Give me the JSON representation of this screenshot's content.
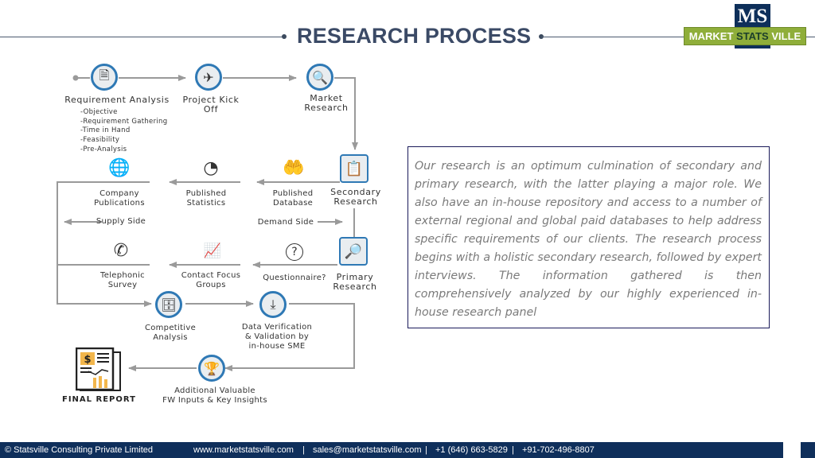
{
  "header": {
    "title": "RESEARCH PROCESS",
    "logo": {
      "monogram": "MS",
      "word1": "MARKET",
      "word2": "STATS",
      "word3": "VILLE",
      "colors": {
        "navy": "#0e2f5a",
        "green": "#8fae3a"
      }
    }
  },
  "diagram": {
    "steps": {
      "requirement_analysis": {
        "label": "Requirement Analysis",
        "icon": "document-chart-icon",
        "subitems": [
          "-Objective",
          "-Requirement Gathering",
          "-Time in Hand",
          "-Feasibility",
          "-Pre-Analysis"
        ]
      },
      "project_kickoff": {
        "label_line1": "Project Kick",
        "label_line2": "Off",
        "icon": "airplane-icon"
      },
      "market_research": {
        "label_line1": "Market",
        "label_line2": "Research",
        "icon": "magnifier-chart-icon"
      },
      "secondary_research": {
        "label_line1": "Secondary",
        "label_line2": "Research",
        "icon": "clipboard-icon"
      },
      "published_database": {
        "label_line1": "Published",
        "label_line2": "Database",
        "icon": "money-hand-icon"
      },
      "published_statistics": {
        "label_line1": "Published",
        "label_line2": "Statistics",
        "icon": "pie-chart-icon"
      },
      "company_publications": {
        "label_line1": "Company",
        "label_line2": "Publications",
        "icon": "globe-icon"
      },
      "supply_side": {
        "label": "Supply Side"
      },
      "demand_side": {
        "label": "Demand Side"
      },
      "primary_research": {
        "label_line1": "Primary",
        "label_line2": "Research",
        "icon": "research-analysis-icon"
      },
      "questionnaire": {
        "label": "Questionnaire?",
        "icon": "question-icon"
      },
      "contact_focus_groups": {
        "label_line1": "Contact Focus",
        "label_line2": "Groups",
        "icon": "line-chart-icon"
      },
      "telephonic_survey": {
        "label_line1": "Telephonic",
        "label_line2": "Survey",
        "icon": "phone-icon"
      },
      "competitive_analysis": {
        "label_line1": "Competitive",
        "label_line2": "Analysis",
        "icon": "server-check-icon"
      },
      "data_verification": {
        "label_line1": "Data Verification",
        "label_line2": "& Validation by",
        "label_line3": "in-house SME",
        "icon": "laptop-download-icon"
      },
      "additional_inputs": {
        "label_line1": "Additional Valuable",
        "label_line2": "FW Inputs & Key Insights",
        "icon": "trophy-icon"
      },
      "final_report": {
        "label": "FINAL REPORT",
        "icon": "report-icon",
        "symbol": "$"
      }
    }
  },
  "description": "Our research is an optimum culmination of secondary and primary research, with the latter playing a major role. We also have an in-house repository and access to a number of external regional and global paid databases to help address specific requirements of our clients. The research process begins with a holistic secondary research, followed by expert interviews. The information gathered is then comprehensively analyzed by our highly experienced in-house research panel",
  "footer": {
    "copyright": "© Statsville Consulting Private Limited",
    "website": "www.marketstatsville.com",
    "email": "sales@marketstatsville.com",
    "phone_us": "+1 (646) 663-5829",
    "phone_in": "+91-702-496-8807",
    "separator": "|"
  }
}
